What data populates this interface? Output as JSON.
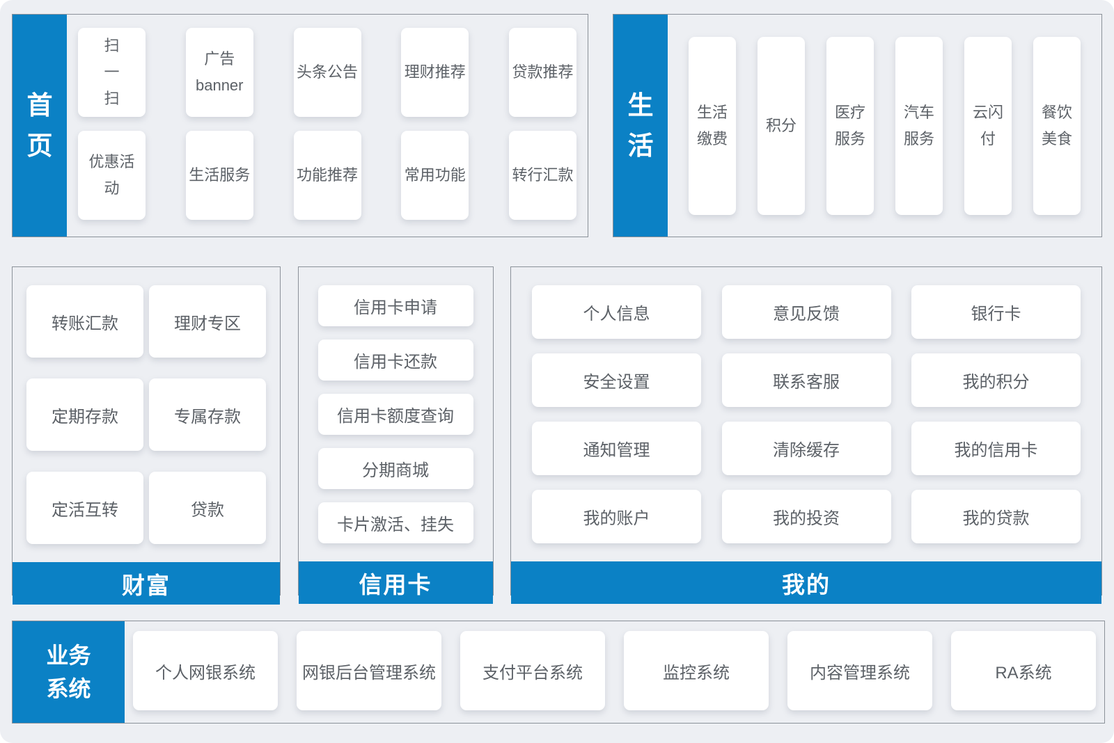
{
  "colors": {
    "accent": "#0b81c5",
    "page_background": "#edeff3",
    "panel_border": "#8b9199",
    "card_background": "#ffffff",
    "card_text": "#5c6167",
    "tab_text": "#ffffff"
  },
  "sections": {
    "home": {
      "label": "首\n页",
      "items": [
        "扫\n一\n扫",
        "广告\nbanner",
        "头条公告",
        "理财推荐",
        "贷款推荐",
        "优惠活\n动",
        "生活服务",
        "功能推荐",
        "常用功能",
        "转行汇款"
      ]
    },
    "life": {
      "label": "生\n活",
      "items": [
        "生活\n缴费",
        "积分",
        "医疗\n服务",
        "汽车\n服务",
        "云闪\n付",
        "餐饮\n美食"
      ]
    },
    "wealth": {
      "label": "财富",
      "items": [
        "转账汇款",
        "理财专区",
        "定期存款",
        "专属存款",
        "定活互转",
        "贷款"
      ]
    },
    "credit_card": {
      "label": "信用卡",
      "items": [
        "信用卡申请",
        "信用卡还款",
        "信用卡额度查询",
        "分期商城",
        "卡片激活、挂失"
      ]
    },
    "mine": {
      "label": "我的",
      "items": [
        "个人信息",
        "意见反馈",
        "银行卡",
        "安全设置",
        "联系客服",
        "我的积分",
        "通知管理",
        "清除缓存",
        "我的信用卡",
        "我的账户",
        "我的投资",
        "我的贷款"
      ]
    },
    "business": {
      "label": "业务\n系统",
      "items": [
        "个人网银系统",
        "网银后台管理系统",
        "支付平台系统",
        "监控系统",
        "内容管理系统",
        "RA系统"
      ]
    }
  }
}
